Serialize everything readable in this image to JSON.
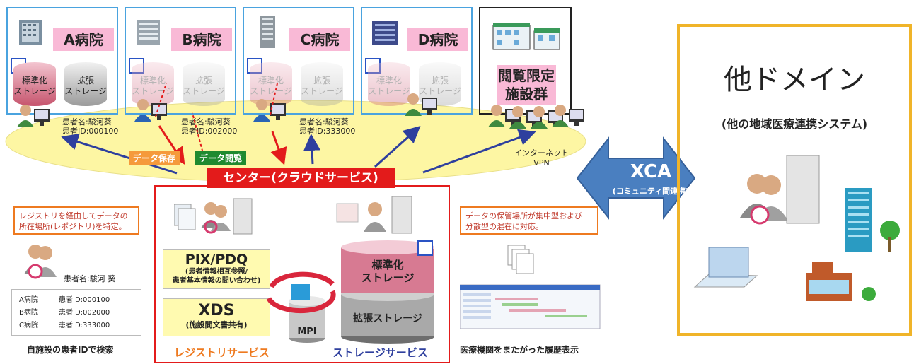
{
  "hospitals": [
    {
      "name": "A病院",
      "std": "標準化\nストレージ",
      "ext": "拡張\nストレージ",
      "patient_name": "患者名:駿河葵",
      "patient_id": "患者ID:000100"
    },
    {
      "name": "B病院",
      "std": "標準化\nストレージ",
      "ext": "拡張\nストレージ",
      "patient_name": "患者名:駿河葵",
      "patient_id": "患者ID:002000"
    },
    {
      "name": "C病院",
      "std": "標準化\nストレージ",
      "ext": "拡張\nストレージ",
      "patient_name": "患者名:駿河葵",
      "patient_id": "患者ID:333000"
    },
    {
      "name": "D病院",
      "std": "標準化\nストレージ",
      "ext": "拡張\nストレージ"
    }
  ],
  "restricted": {
    "label_line1": "閲覧限定",
    "label_line2": "施設群"
  },
  "arrows": {
    "save": "データ保存",
    "view": "データ閲覧",
    "internet": "インターネット",
    "vpn": "VPN"
  },
  "center": {
    "title": "センター(クラウドサービス)"
  },
  "pix": {
    "title": "PIX/PDQ",
    "sub1": "(患者情報相互参照/",
    "sub2": "患者基本情報の問い合わせ)"
  },
  "xds": {
    "title": "XDS",
    "sub": "(施設間文書共有)"
  },
  "mpi": "MPI",
  "storage": {
    "std1": "標準化",
    "std2": "ストレージ",
    "ext": "拡張ストレージ"
  },
  "services": {
    "registry": "レジストリサービス",
    "storage": "ストレージサービス"
  },
  "notes": {
    "left_line1": "レジストリを経由してデータの",
    "left_line2": "所在場所(レポジトリ)を特定。",
    "right_line1": "データの保管場所が集中型および",
    "right_line2": "分散型の混在に対応。"
  },
  "search": {
    "patient_name": "患者名:駿河 葵",
    "rows": [
      {
        "hosp": "A病院",
        "id": "患者ID:000100"
      },
      {
        "hosp": "B病院",
        "id": "患者ID:002000"
      },
      {
        "hosp": "C病院",
        "id": "患者ID:333000"
      }
    ],
    "caption": "自施設の患者IDで検索"
  },
  "history_caption": "医療機関をまたがった履歴表示",
  "xca": {
    "title": "XCA",
    "sub": "(コミュニティ間連携)"
  },
  "domain": {
    "title": "他ドメイン",
    "sub": "(他の地域医療連携システム)"
  },
  "colors": {
    "hospital_border": "#4aa3df",
    "center_red": "#e31b1b",
    "domain_border": "#f0b429",
    "arrow_blue": "#2e3f9e",
    "xca_blue": "#4a7fc0"
  }
}
